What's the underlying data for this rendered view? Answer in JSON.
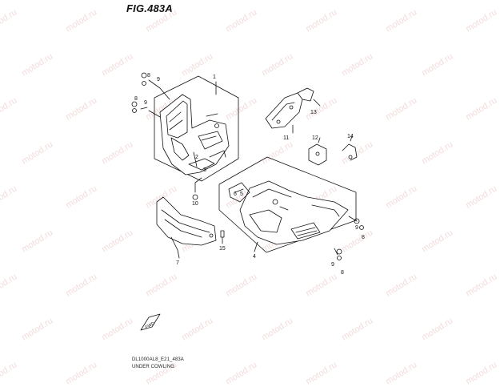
{
  "figure": {
    "title": "FIG.483A",
    "caption_model": "DL1000AL8_E21_483A",
    "caption_name": "UNDER COWLING"
  },
  "watermark_text": "motod.ru",
  "callouts": [
    "1",
    "2",
    "3",
    "4",
    "5",
    "6",
    "7",
    "8",
    "9",
    "10",
    "11",
    "12",
    "13",
    "14",
    "15"
  ],
  "fwd_label": "FWD",
  "colors": {
    "line": "#111111",
    "watermark": "#f3dcdc",
    "fill": "#ffffff"
  }
}
